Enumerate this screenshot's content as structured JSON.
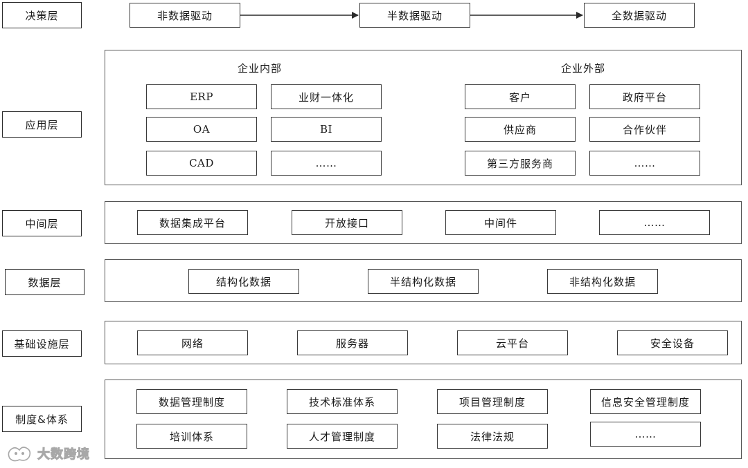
{
  "layers": {
    "decision": "决策层",
    "application": "应用层",
    "middle": "中间层",
    "data": "数据层",
    "infrastructure": "基础设施层",
    "system": "制度&体系"
  },
  "decision_flow": [
    "非数据驱动",
    "半数据驱动",
    "全数据驱动"
  ],
  "application": {
    "internal_heading": "企业内部",
    "external_heading": "企业外部",
    "internal_items": [
      "ERP",
      "业财一体化",
      "OA",
      "BI",
      "CAD",
      "……"
    ],
    "external_items": [
      "客户",
      "政府平台",
      "供应商",
      "合作伙伴",
      "第三方服务商",
      "……"
    ]
  },
  "middle_items": [
    "数据集成平台",
    "开放接口",
    "中间件",
    "……"
  ],
  "data_items": [
    "结构化数据",
    "半结构化数据",
    "非结构化数据"
  ],
  "infrastructure_items": [
    "网络",
    "服务器",
    "云平台",
    "安全设备"
  ],
  "system_items": [
    "数据管理制度",
    "技术标准体系",
    "项目管理制度",
    "信息安全管理制度",
    "培训体系",
    "人才管理制度",
    "法律法规",
    "……"
  ],
  "watermark": "大数跨境",
  "colors": {
    "border": "#3a3a3a",
    "text": "#1a1a1a",
    "background": "#ffffff"
  }
}
